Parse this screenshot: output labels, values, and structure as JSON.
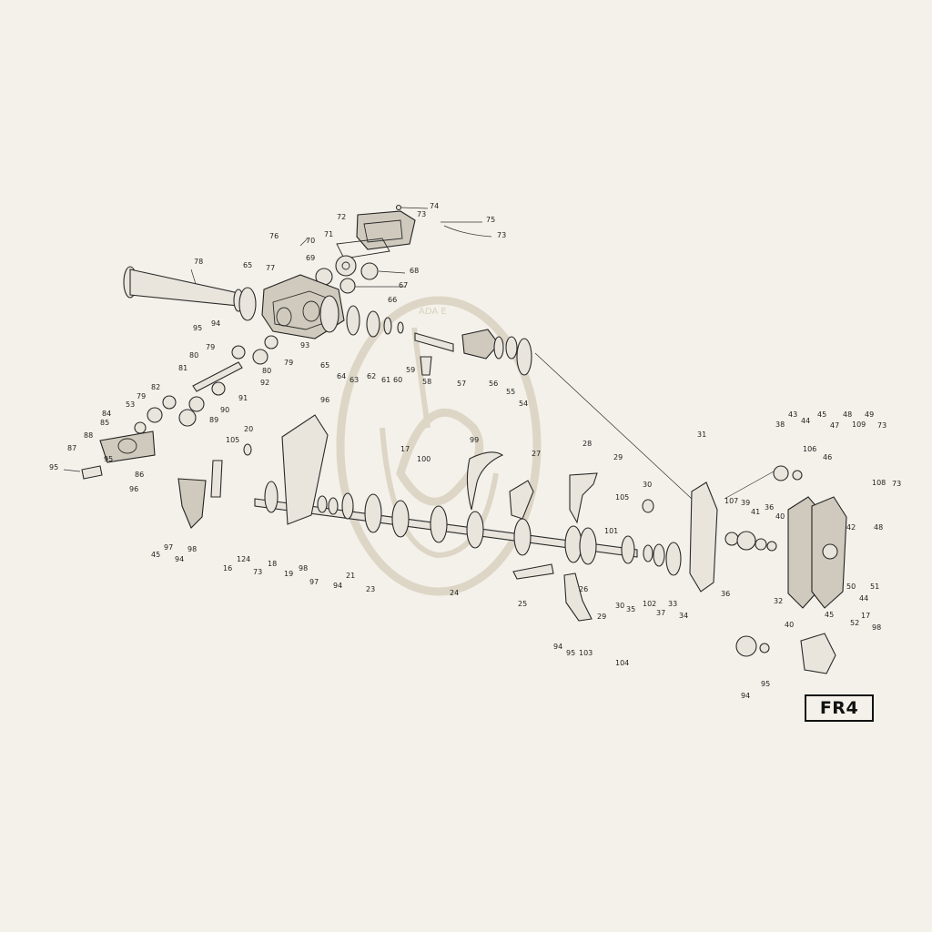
{
  "sheet_code": "FR4",
  "watermark_text": "ADA E",
  "callouts": [
    "74",
    "73",
    "72",
    "75",
    "73",
    "76",
    "71",
    "70",
    "69",
    "68",
    "67",
    "78",
    "65",
    "77",
    "66",
    "95",
    "94",
    "93",
    "65",
    "64",
    "63",
    "62",
    "61",
    "60",
    "59",
    "58",
    "57",
    "56",
    "55",
    "54",
    "79",
    "80",
    "79",
    "80",
    "81",
    "92",
    "82",
    "91",
    "79",
    "90",
    "53",
    "89",
    "84",
    "85",
    "88",
    "87",
    "86",
    "96",
    "95",
    "95",
    "96",
    "20",
    "105",
    "17",
    "100",
    "99",
    "27",
    "28",
    "29",
    "30",
    "105",
    "101",
    "31",
    "38",
    "43",
    "44",
    "45",
    "47",
    "48",
    "49",
    "73",
    "106",
    "46",
    "109",
    "108",
    "73",
    "107",
    "39",
    "41",
    "36",
    "40",
    "42",
    "48",
    "50",
    "51",
    "44",
    "45",
    "97",
    "94",
    "98",
    "16",
    "124",
    "73",
    "18",
    "19",
    "98",
    "97",
    "94",
    "21",
    "23",
    "24",
    "25",
    "26",
    "30",
    "29",
    "94",
    "95",
    "103",
    "104",
    "102",
    "37",
    "33",
    "34",
    "35",
    "36",
    "32",
    "40",
    "45",
    "52",
    "17",
    "98",
    "94",
    "95",
    "53",
    "44",
    "40"
  ]
}
